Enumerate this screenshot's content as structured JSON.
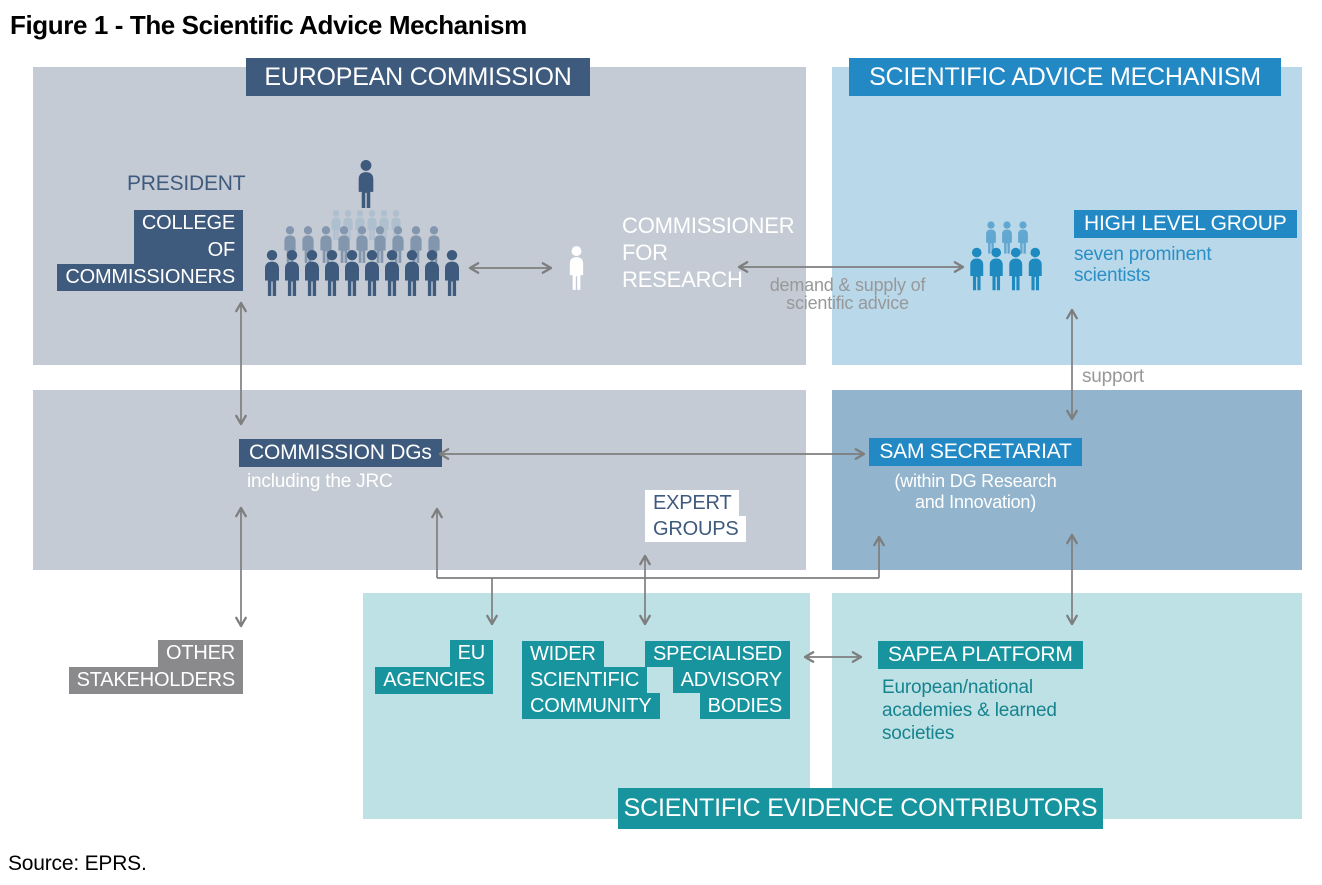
{
  "title": "Figure 1 - The Scientific Advice Mechanism",
  "source": "Source: EPRS.",
  "headers": {
    "european_commission": "EUROPEAN COMMISSION",
    "scientific_advice_mechanism": "SCIENTIFIC ADVICE MECHANISM",
    "scientific_evidence_contributors": "SCIENTIFIC EVIDENCE CONTRIBUTORS"
  },
  "nodes": {
    "president": {
      "label": "PRESIDENT"
    },
    "college_of_commissioners": {
      "line1": "COLLEGE",
      "line2": "OF",
      "line3": "COMMISSIONERS"
    },
    "commissioner_for_research": {
      "line1": "COMMISSIONER",
      "line2": "FOR",
      "line3": "RESEARCH"
    },
    "high_level_group": {
      "label": "HIGH LEVEL GROUP",
      "sub1": "seven prominent",
      "sub2": "scientists"
    },
    "commission_dgs": {
      "label": "COMMISSION DGs",
      "sub": "including the JRC"
    },
    "sam_secretariat": {
      "label": "SAM SECRETARIAT",
      "sub1": "(within DG Research",
      "sub2": "and Innovation)"
    },
    "expert_groups": {
      "line1": "EXPERT",
      "line2": "GROUPS"
    },
    "other_stakeholders": {
      "line1": "OTHER",
      "line2": "STAKEHOLDERS"
    },
    "eu_agencies": {
      "line1": "EU",
      "line2": "AGENCIES"
    },
    "wider_scientific_community": {
      "line1": "WIDER",
      "line2": "SCIENTIFIC",
      "line3": "COMMUNITY"
    },
    "specialised_advisory_bodies": {
      "line1": "SPECIALISED",
      "line2": "ADVISORY",
      "line3": "BODIES"
    },
    "sapea_platform": {
      "label": "SAPEA PLATFORM",
      "sub1": "European/national",
      "sub2": "academies & learned",
      "sub3": "societies"
    }
  },
  "edge_labels": {
    "demand_supply_line1": "demand & supply of",
    "demand_supply_line2": "scientific advice",
    "support": "support"
  },
  "icons": {
    "college_crowd": "crowd-pyramid-icon",
    "president_figure": "person-icon",
    "commissioner_figure": "person-icon-white",
    "high_level_group_figures": "people-group-icon"
  },
  "colors": {
    "dark_slate": "#3e5a7d",
    "bright_blue": "#2289c5",
    "teal": "#18949f",
    "teal_text": "#16838e",
    "light_gray_panel": "#c5cbd4",
    "light_blue_panel": "#b9d8e9",
    "mid_blue_panel": "#92b4cc",
    "light_teal_panel": "#bee1e5",
    "stakeholder_gray": "#8a8a8c",
    "arrow_gray": "#7e7e7e",
    "gray_text": "#97989a",
    "blue_text": "#2a8fc7",
    "crowd_front": "#3e5a7d",
    "crowd_middle": "#8296ae",
    "crowd_back": "#aebfd0",
    "sam_group_front": "#1f8ac0",
    "sam_group_back": "#61a7d2"
  }
}
